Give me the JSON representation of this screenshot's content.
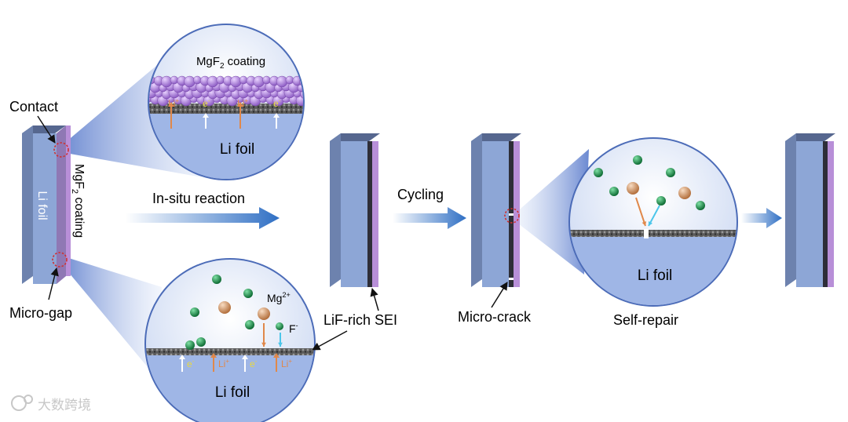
{
  "labels": {
    "contact": "Contact",
    "micro_gap": "Micro-gap",
    "li_foil_slab": "Li foil",
    "mgf2_coating_side_main": "MgF",
    "mgf2_coating_side_sub": "2",
    "mgf2_coating_side_rest": " coating",
    "in_situ_reaction": "In-situ reaction",
    "cycling": "Cycling",
    "lif_rich_sei": "LiF-rich SEI",
    "micro_crack": "Micro-crack",
    "self_repair": "Self-repair"
  },
  "top_zoom": {
    "title_main": "MgF",
    "title_sub": "2",
    "title_rest": " coating",
    "li_foil": "Li foil",
    "li_ion": "Li",
    "li_ion_sup": "+",
    "electron": "e",
    "electron_sup": "-"
  },
  "bottom_zoom": {
    "mg_ion": "Mg",
    "mg_ion_sup": "2+",
    "f_ion": "F",
    "f_ion_sup": "-",
    "li_ion": "Li",
    "li_ion_sup": "+",
    "electron": "e",
    "electron_sup": "-",
    "li_foil": "Li foil"
  },
  "repair_zoom": {
    "li_foil": "Li foil"
  },
  "watermark": "大数跨境",
  "colors": {
    "slab_front": "#8da6d6",
    "slab_side": "#6d82ae",
    "slab_top": "#56678f",
    "coating": "#b88fd8",
    "sei": "#2e2e38",
    "zoom_bg": "#dfe8f8",
    "zoom_foil": "#9fb6e6",
    "li_arrow": "#e0884a",
    "e_arrow": "#ffffff",
    "f_arrow": "#4cc6ea",
    "mg_ball": "#d59a68",
    "f_ball": "#1b8f4c",
    "flow_arrow": "#2f6fc4"
  },
  "icons": [
    "contact-circle-icon",
    "gap-circle-icon",
    "crack-circle-icon",
    "mgf2-sphere-icon",
    "mg-ion-icon",
    "f-ion-icon"
  ]
}
